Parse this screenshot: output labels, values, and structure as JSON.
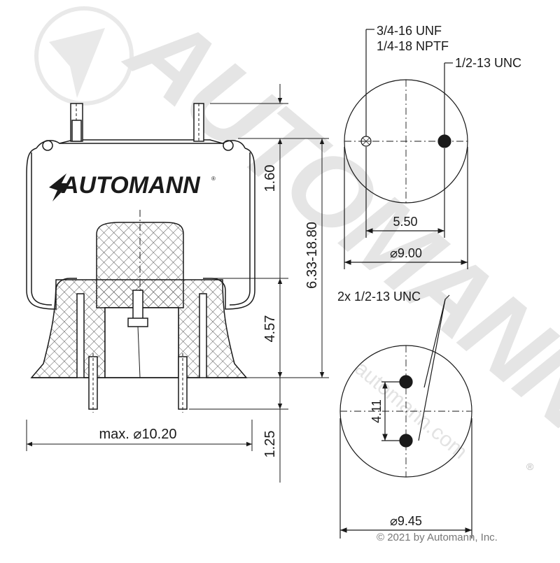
{
  "brand": {
    "logo_text": "AUTOMANN",
    "watermark_text": "AUTOMANN",
    "watermark_url": "automann.com",
    "registered_mark": "®"
  },
  "side_view": {
    "max_diameter_label": "max. ⌀10.20",
    "height_range_label": "6.33-18.80",
    "top_height_label": "1.60",
    "lower_height_label": "4.57",
    "stud_length_label": "1.25"
  },
  "top_view": {
    "port_callout_line1": "3/4-16 UNF",
    "port_callout_line2": "1/4-18 NPTF",
    "stud_callout": "1/2-13 UNC",
    "stud_spacing_label": "5.50",
    "diameter_label": "⌀9.00"
  },
  "bottom_view": {
    "stud_callout": "2x 1/2-13 UNC",
    "stud_spacing_label": "4.11",
    "diameter_label": "⌀9.45"
  },
  "copyright": "© 2021 by Automann, Inc.",
  "colors": {
    "line": "#1a1a1a",
    "watermark": "#cfcfcf",
    "hatch": "#555555"
  }
}
